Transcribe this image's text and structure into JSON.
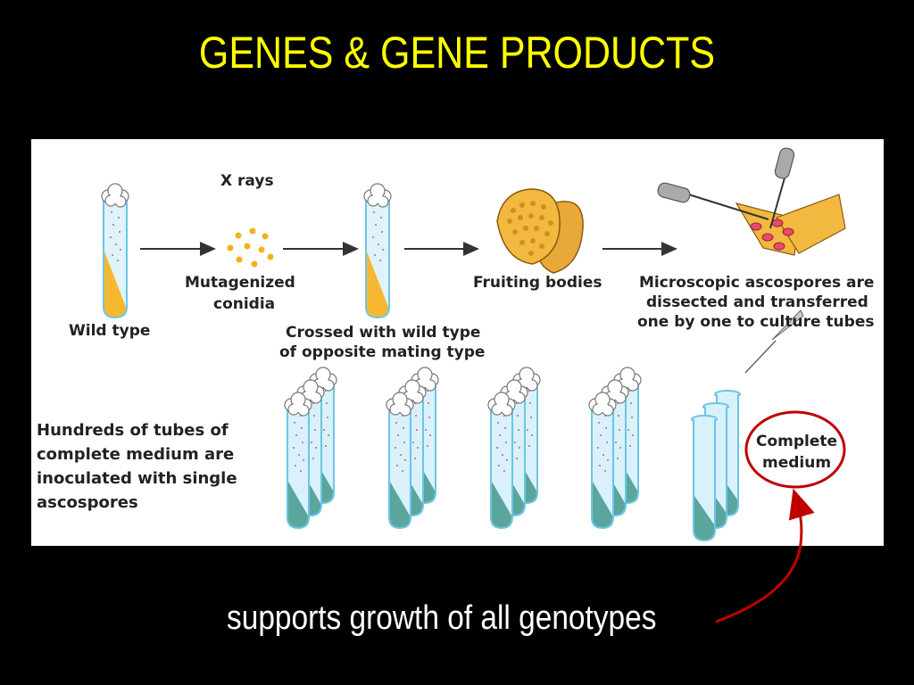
{
  "slide": {
    "title": "GENES & GENE PRODUCTS",
    "caption": "supports growth of all genotypes"
  },
  "diagram": {
    "xrays": "X rays",
    "mutagenized_1": "Mutagenized",
    "mutagenized_2": "conidia",
    "wild_type": "Wild type",
    "crossed_1": "Crossed with wild type",
    "crossed_2": "of opposite mating type",
    "fruiting": "Fruiting bodies",
    "micro_1": "Microscopic ascospores are",
    "micro_2": "dissected and transferred",
    "micro_3": "one by one to culture tubes",
    "hundreds_1": "Hundreds of tubes of",
    "hundreds_2": "complete medium are",
    "hundreds_3": "inoculated with single",
    "hundreds_4": "ascospores",
    "complete_1": "Complete",
    "complete_2": "medium"
  },
  "colors": {
    "title": "#ffff00",
    "highlight_circle": "#c00000",
    "tube_glass": "#bfe6f5",
    "tube_outline": "#6cc5e6",
    "orange_medium": "#f7b731",
    "teal_medium": "#5aa69c",
    "conidia": "#f2b21c"
  }
}
